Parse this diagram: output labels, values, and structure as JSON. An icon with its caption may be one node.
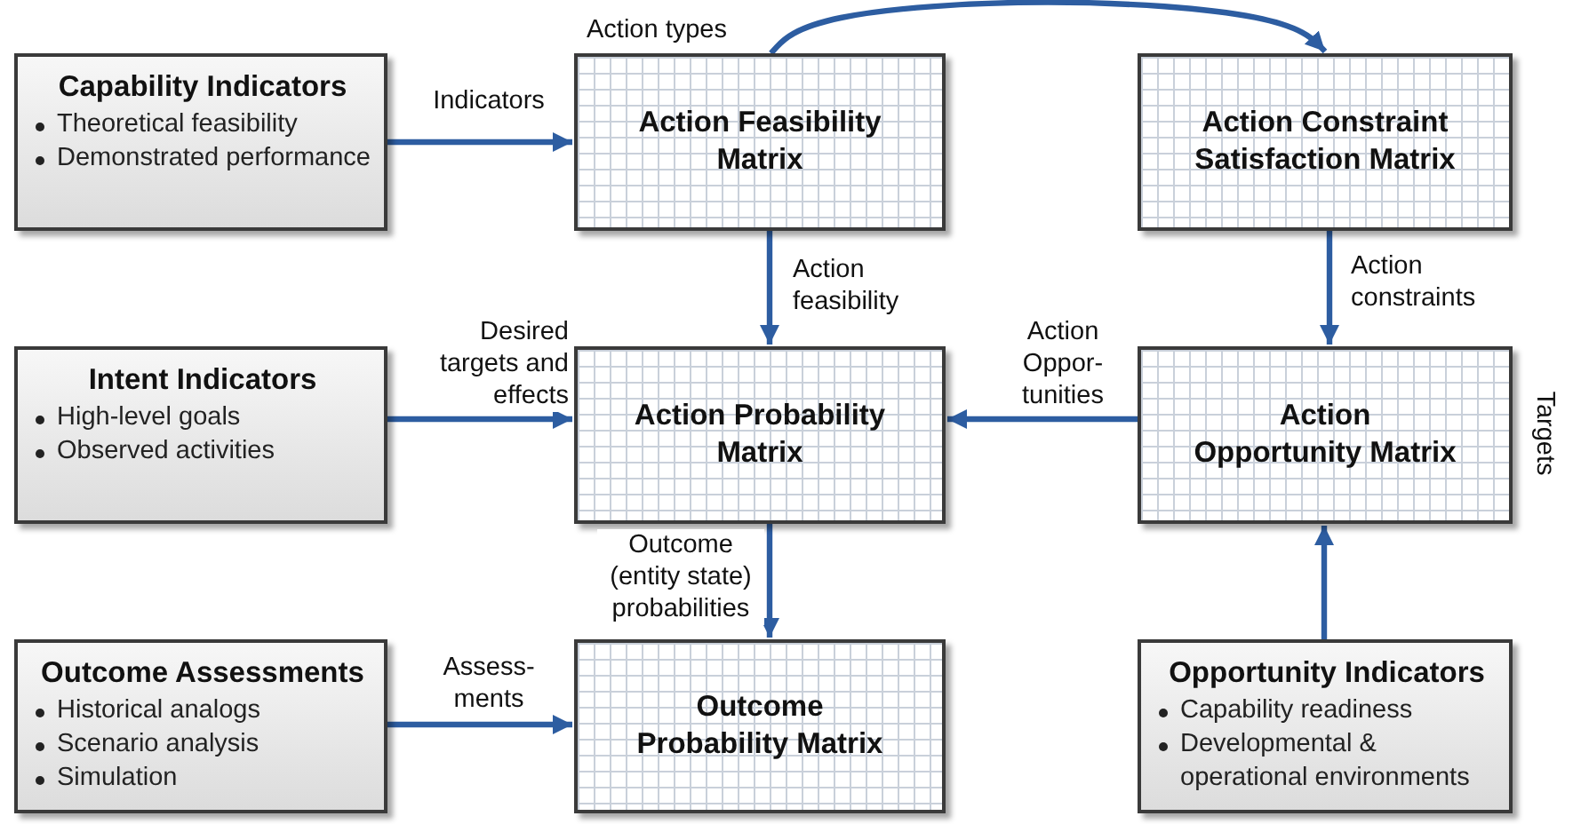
{
  "diagram": {
    "nodes": [
      {
        "text": [
          "Capability Indicators",
          "Theoretical feasibility",
          "Demonstrated performance"
        ]
      },
      {
        "text": [
          "Action Feasibility Matrix"
        ]
      },
      {
        "text": [
          "Action Constraint Satisfaction Matrix"
        ]
      },
      {
        "text": [
          "Intent Indicators",
          "High-level goals",
          "Observed activities"
        ]
      },
      {
        "text": [
          "Action Probability Matrix"
        ]
      },
      {
        "text": [
          "Action Opportunity Matrix"
        ]
      },
      {
        "text": [
          "Outcome Assessments",
          "Historical analogs",
          "Scenario analysis",
          "Simulation"
        ]
      },
      {
        "text": [
          "Outcome Probability Matrix"
        ]
      },
      {
        "text": [
          "Opportunity Indicators",
          "Capability readiness",
          "Developmental & operational environments"
        ]
      }
    ],
    "edges": [
      {
        "from": 0,
        "to": 1,
        "arrow": "to",
        "label": "Indicators"
      },
      {
        "from": 1,
        "to": 2,
        "arrow": "to",
        "label": "Action types"
      },
      {
        "from": 1,
        "to": 4,
        "arrow": "to",
        "label": "Action feasibility"
      },
      {
        "from": 2,
        "to": 5,
        "arrow": "to",
        "label": "Action constraints"
      },
      {
        "from": 3,
        "to": 4,
        "arrow": "to",
        "label": "Desired targets and effects"
      },
      {
        "from": 5,
        "to": 4,
        "arrow": "to",
        "label": "Action Oppor-tunities"
      },
      {
        "from": 4,
        "to": 7,
        "arrow": "to",
        "label": "Outcome (entity state) probabilities"
      },
      {
        "from": 6,
        "to": 7,
        "arrow": "to",
        "label": "Assess-ments"
      },
      {
        "from": 8,
        "to": 5,
        "arrow": "to"
      }
    ],
    "labels": [
      "Targets"
    ]
  }
}
